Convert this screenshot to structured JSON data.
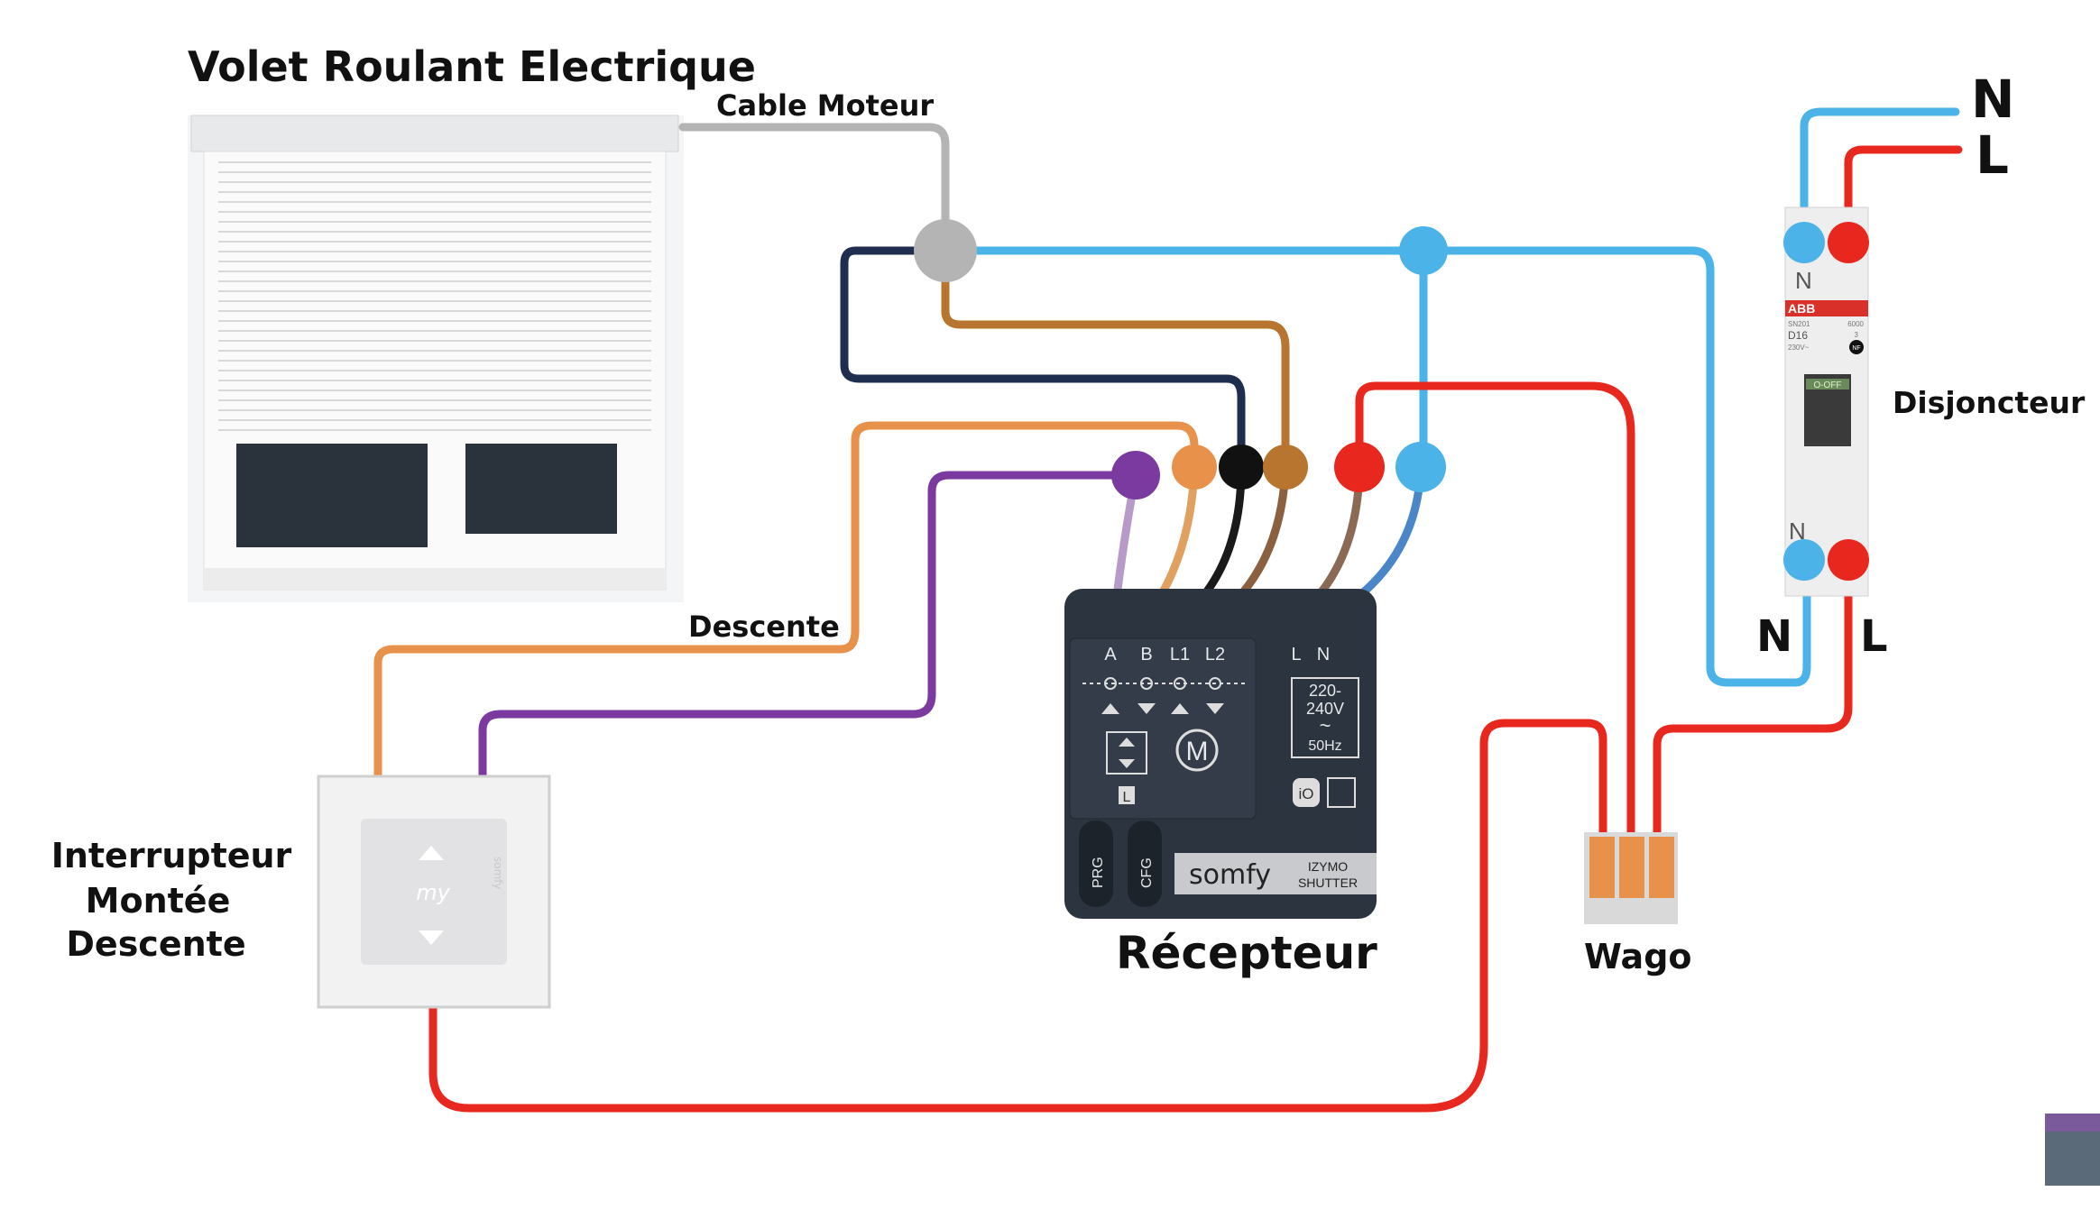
{
  "labels": {
    "title": "Volet Roulant Electrique",
    "cable_moteur": "Cable Moteur",
    "descente": "Descente",
    "interrupteur": [
      "Interrupteur",
      "Montée",
      "Descente"
    ],
    "recepteur": "Récepteur",
    "wago": "Wago",
    "disjoncteur": "Disjoncteur",
    "supply_n": "N",
    "supply_l": "L",
    "out_n": "N",
    "out_l": "L"
  },
  "receiver": {
    "terminals": [
      "A",
      "B",
      "L1",
      "L2",
      "L",
      "N"
    ],
    "voltage": [
      "220-",
      "240V",
      "~",
      "50Hz"
    ],
    "motor": "M",
    "local": "L",
    "buttons": [
      "PRG",
      "CFG"
    ],
    "protocol": "iO",
    "brand": "somfy",
    "model": [
      "IZYMO",
      "SHUTTER"
    ]
  },
  "breaker": {
    "brand": "ABB",
    "model": "SN201",
    "rating": "D16",
    "voltage": "230V~",
    "capacity": "6000",
    "class": "3",
    "cert": "NF",
    "switch_state": "O-OFF",
    "terminal_top": "N",
    "terminal_bottom": "N"
  },
  "switch": {
    "brand": "somfy",
    "center": "my"
  },
  "colors": {
    "neutral": "#4bb3e8",
    "live": "#e8281e",
    "motor_cable": "#b4b4b4",
    "common": "#1f2e4f",
    "up": "#b8752f",
    "down": "#e8914a",
    "switch_up": "#7a3aa0"
  }
}
